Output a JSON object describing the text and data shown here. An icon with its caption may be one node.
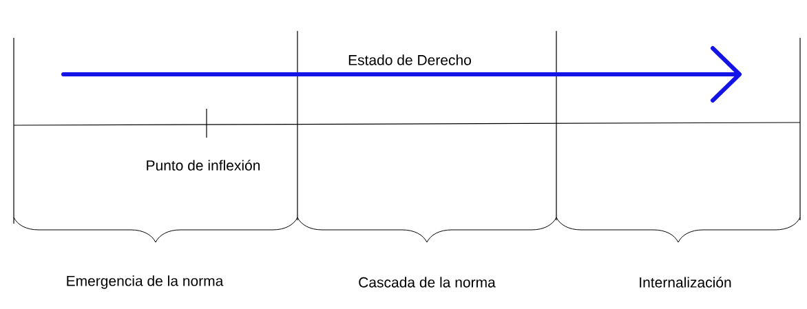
{
  "diagram": {
    "labels": [
      "Estado de Derecho",
      "Punto de inflexión",
      "Emergencia de la norma",
      "Cascada de la norma",
      "Internalización"
    ]
  }
}
